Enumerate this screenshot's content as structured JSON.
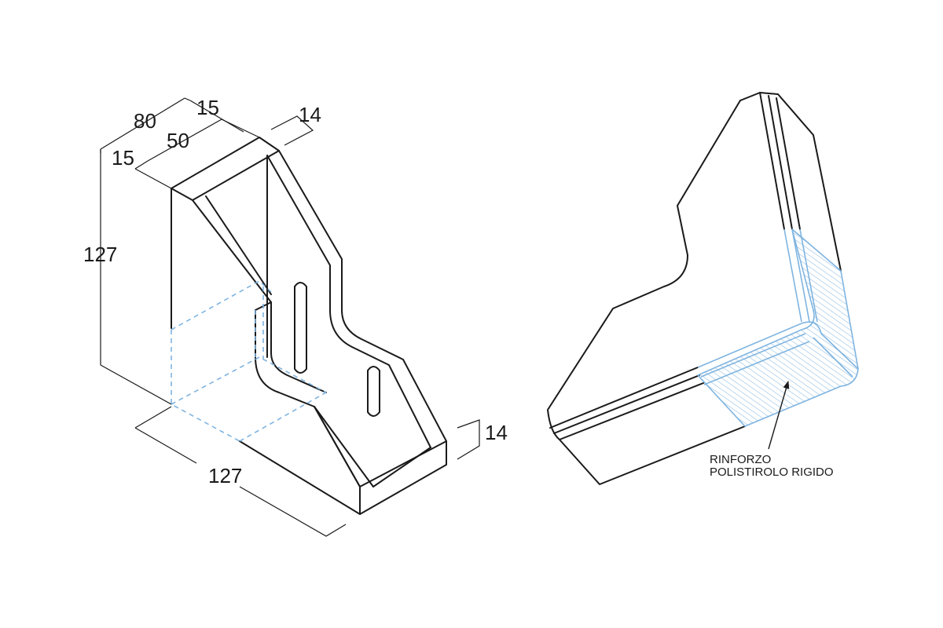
{
  "left_view": {
    "dimensions": {
      "depth_total": "80",
      "rim_front": "15",
      "inner_depth": "50",
      "rim_back": "15",
      "wall_thickness": "14",
      "height": "127",
      "length": "127",
      "base_thickness": "14"
    }
  },
  "right_view": {
    "callout": {
      "line1": "RINFORZO",
      "line2": "POLISTIROLO RIGIDO"
    }
  },
  "colors": {
    "outline": "#1a1a1a",
    "hidden_lines": "#7fb4e0",
    "reinforcement": "#7fb4e0"
  }
}
